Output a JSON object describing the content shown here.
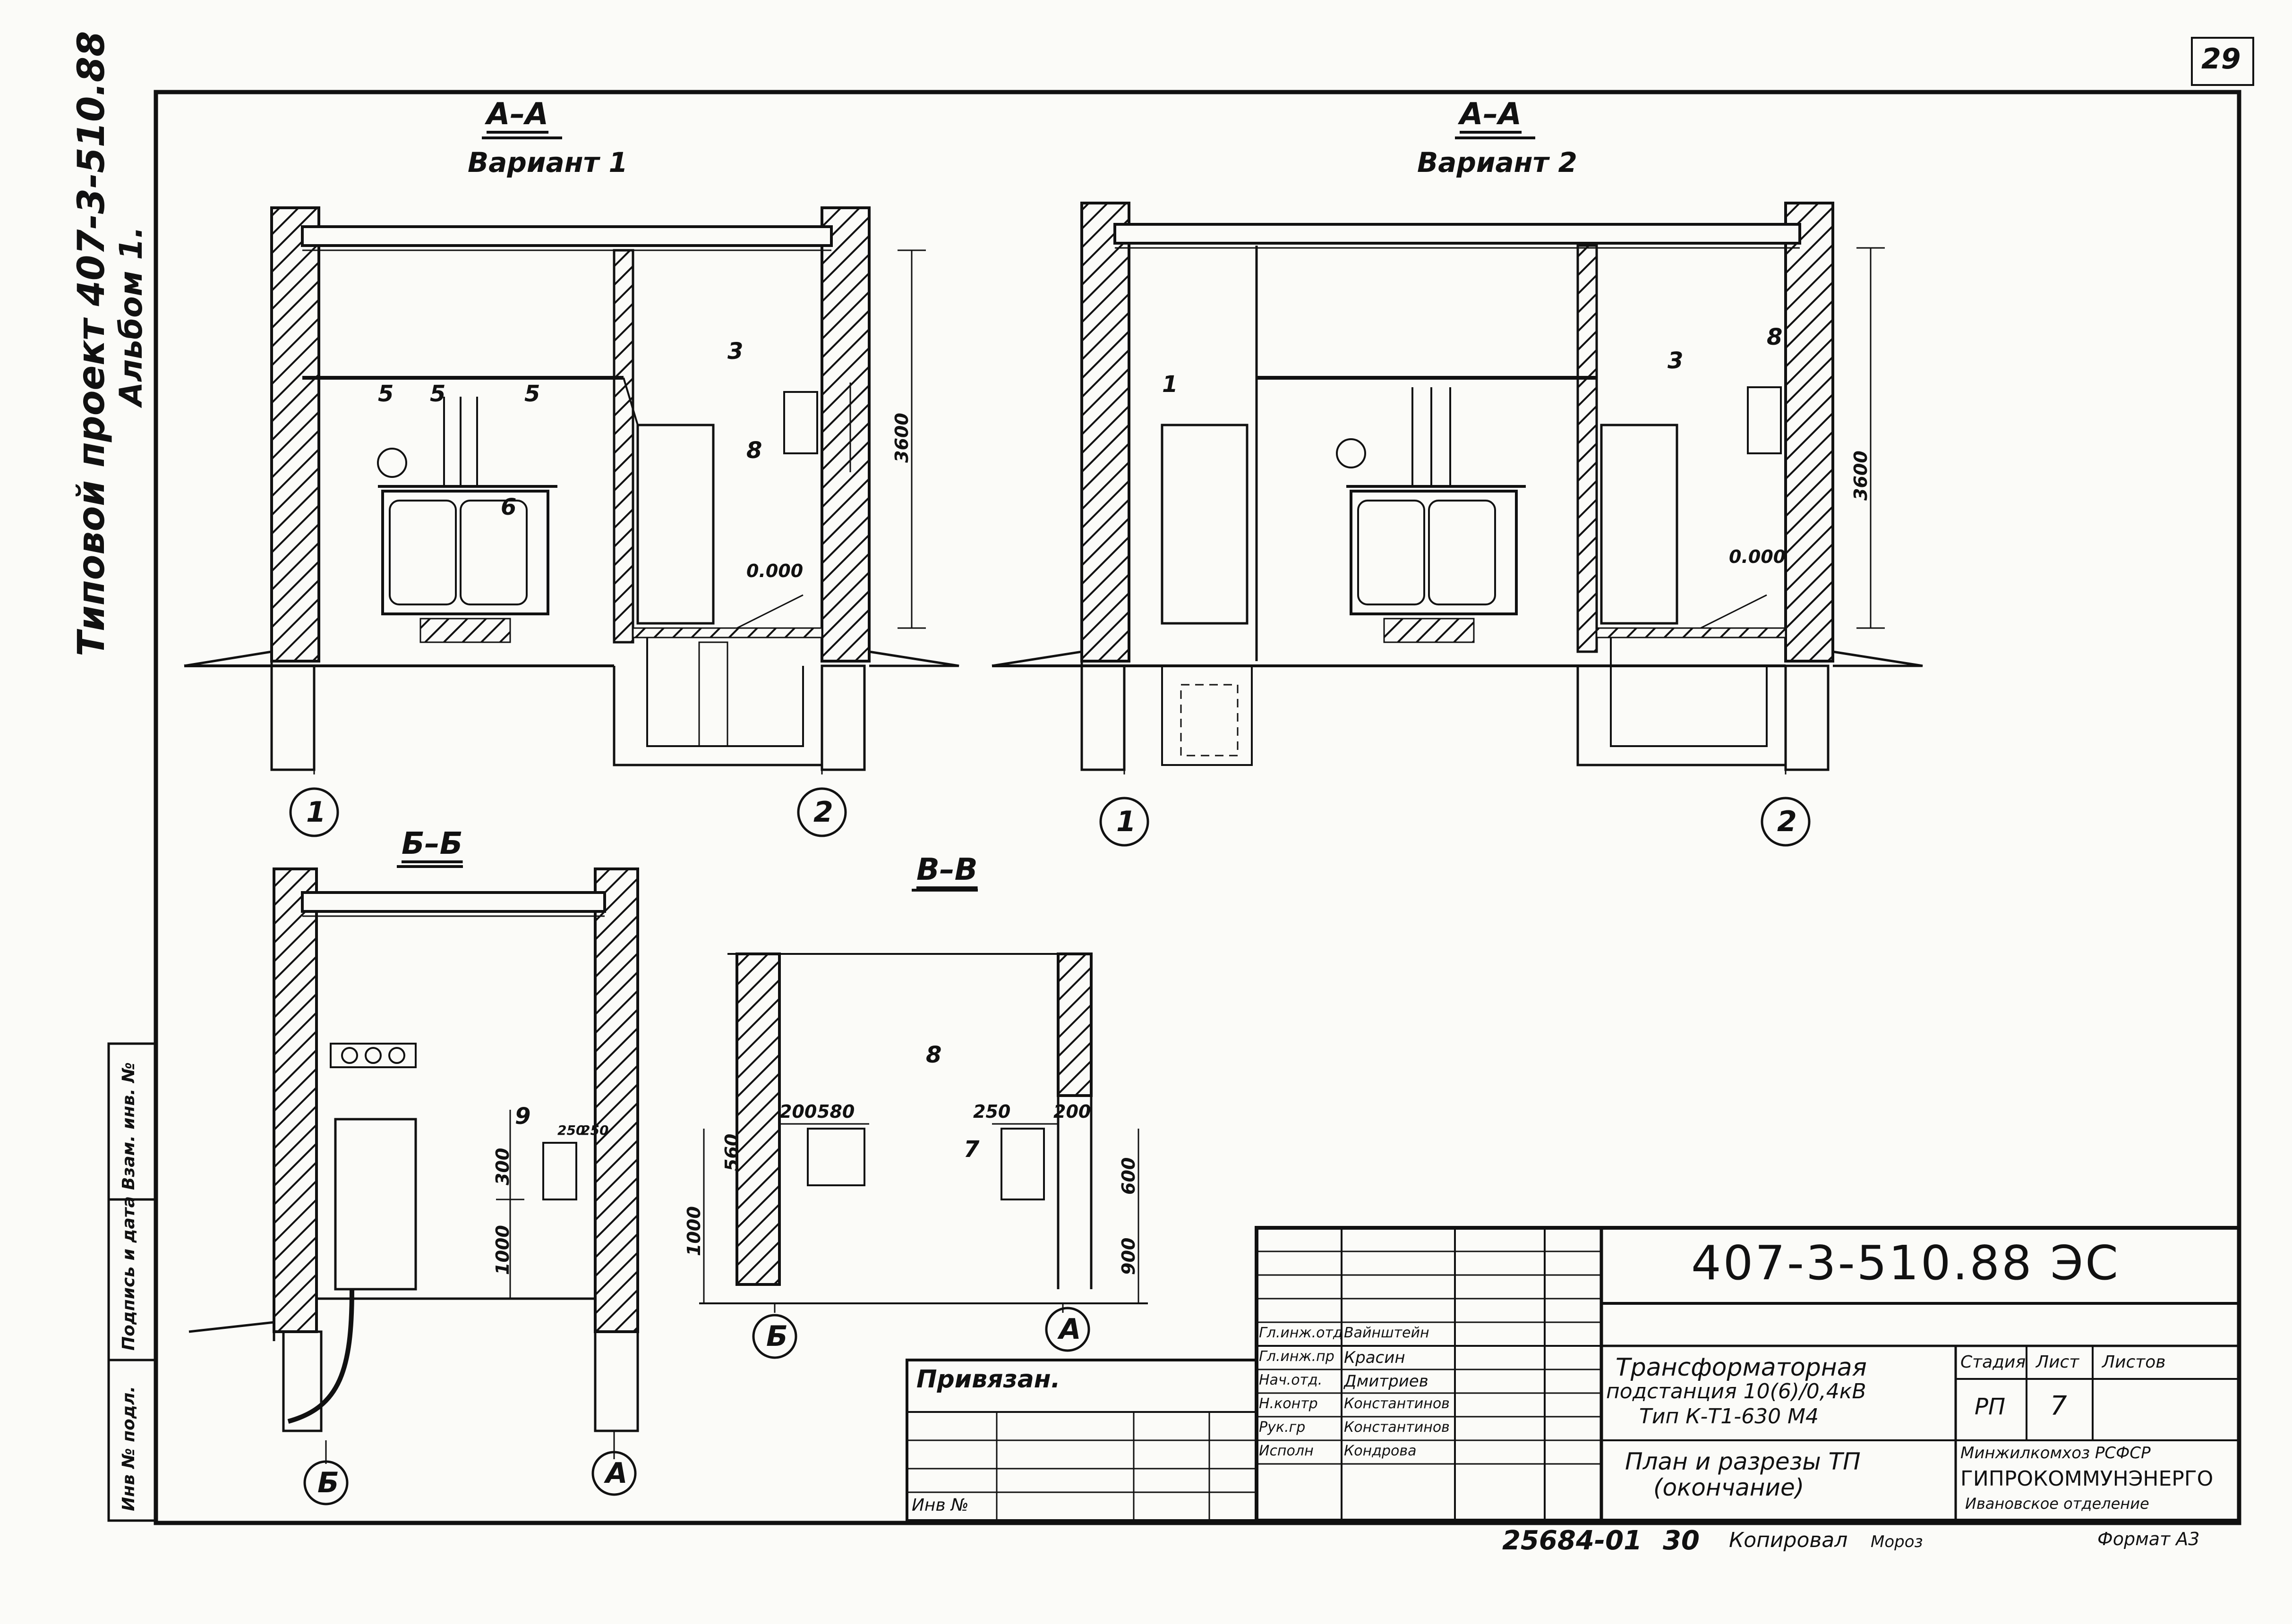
{
  "sheet": {
    "page_number": "29",
    "side_stamp_line1": "Типовой проект 407-3-510.88",
    "side_stamp_line2": "Альбом 1.",
    "left_strip_labels": [
      "Инв № подл.",
      "Подпись и дата",
      "Взам. инв. №"
    ]
  },
  "sections": {
    "aa_v1": {
      "title": "А–А",
      "subtitle": "Вариант 1",
      "height_dim": "3600",
      "level_mark": "0.000",
      "callouts": [
        "5",
        "5",
        "5",
        "6",
        "3",
        "8"
      ],
      "axes": [
        "1",
        "2"
      ]
    },
    "aa_v2": {
      "title": "А–А",
      "subtitle": "Вариант 2",
      "height_dim": "3600",
      "level_mark": "0.000",
      "callouts": [
        "1",
        "3",
        "8"
      ],
      "axes": [
        "1",
        "2"
      ]
    },
    "bb": {
      "title": "Б–Б",
      "dims": [
        "300",
        "1000",
        "250",
        "250"
      ],
      "callouts": [
        "9"
      ],
      "axes": [
        "Б",
        "А"
      ]
    },
    "vv": {
      "title": "В–В",
      "dims": [
        "200",
        "580",
        "560",
        "1000",
        "250",
        "200",
        "600",
        "900"
      ],
      "callouts": [
        "8",
        "7"
      ],
      "axes": [
        "Б",
        "А"
      ]
    }
  },
  "title_block": {
    "project_code": "407-3-510.88 ЭС",
    "bound_label": "Привязан.",
    "inv_label": "Инв № ",
    "roles": [
      {
        "role": "Гл.инж.отд",
        "name": "Вайнштейн"
      },
      {
        "role": "Гл.инж.пр",
        "name": "Красин"
      },
      {
        "role": "Нач.отд.",
        "name": "Дмитриев"
      },
      {
        "role": "Н.контр",
        "name": "Константинов"
      },
      {
        "role": "Рук.гр",
        "name": "Константинов"
      },
      {
        "role": "Исполн",
        "name": "Кондрова"
      }
    ],
    "object_name_lines": [
      "Трансформаторная",
      "подстанция 10(6)/0,4кВ",
      "Тип К-Т1-630 М4"
    ],
    "sheet_name_lines": [
      "План и разрезы ТП",
      "(окончание)"
    ],
    "col_stage": "Стадия",
    "col_sheet": "Лист",
    "col_sheets": "Листов",
    "stage": "РП",
    "sheet_no": "7",
    "org_line1": "Минжилкомхоз РСФСР",
    "org_line2": "ГИПРОКОММУНЭНЕРГО",
    "org_line3": "Ивановское отделение"
  },
  "footer": {
    "archive_no": "25684-01",
    "page": "30",
    "copied_label": "Копировал",
    "copier": "Мороз",
    "format": "Формат А3"
  }
}
